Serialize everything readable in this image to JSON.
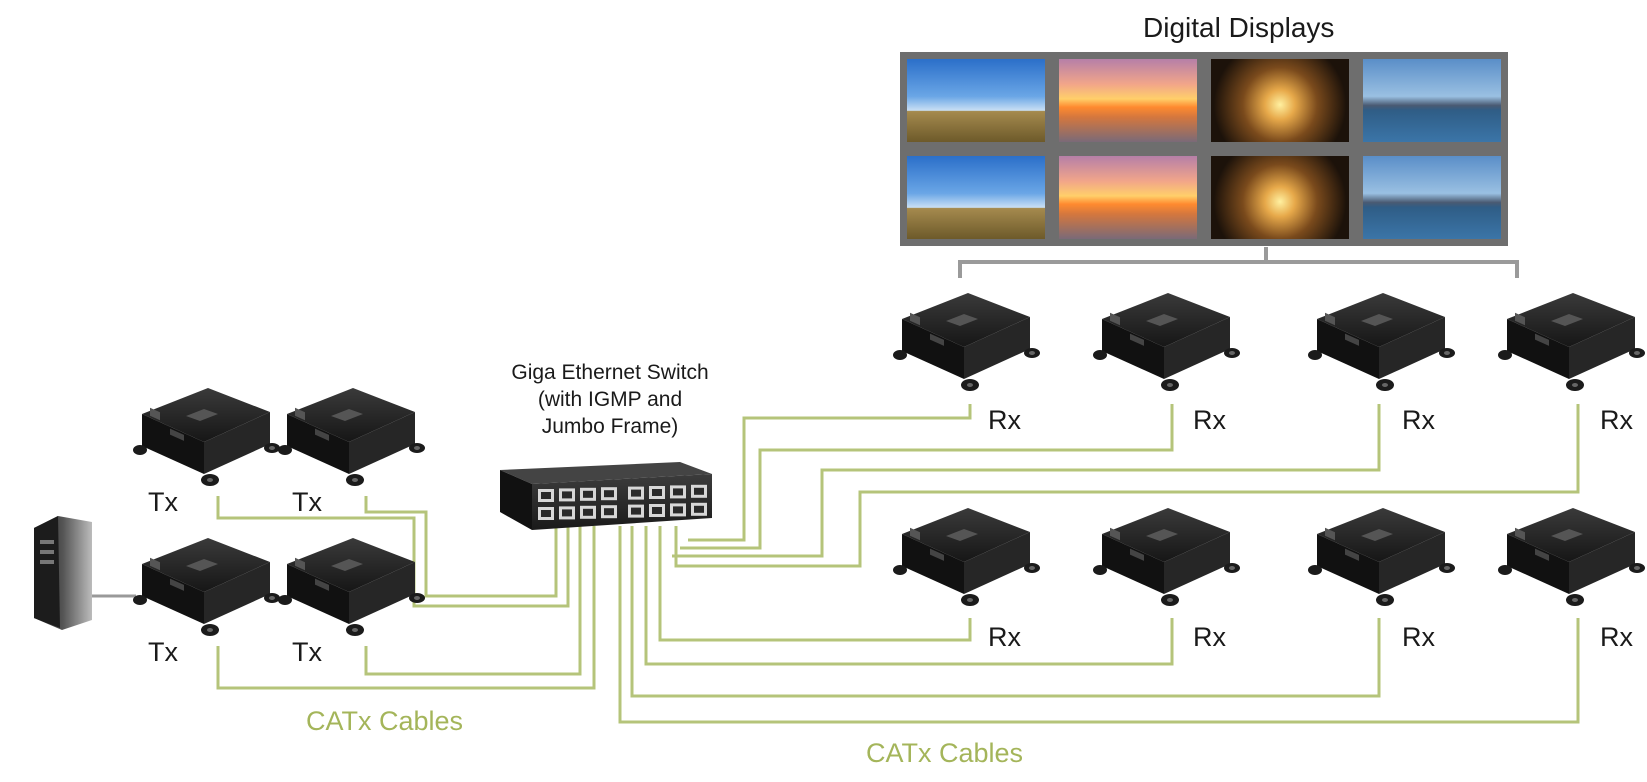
{
  "title": "Digital Displays",
  "switch": {
    "lines": [
      "Giga Ethernet Switch",
      "(with IGMP and",
      "Jumbo Frame)"
    ]
  },
  "labels": {
    "tx": "Tx",
    "rx": "Rx"
  },
  "cables": {
    "left": "CATx Cables",
    "bottom": "CATx Cables"
  },
  "displays": {
    "rows": 2,
    "columns": 4,
    "scenes": [
      "sky-clouds-icon",
      "sunset-lake-icon",
      "night-lights-icon",
      "mountain-lake-icon"
    ]
  },
  "colors": {
    "cable": "#b5c47a",
    "frame": "#6e6e6e",
    "bracket": "#9a9a9a",
    "device": "#1b1b1b"
  }
}
